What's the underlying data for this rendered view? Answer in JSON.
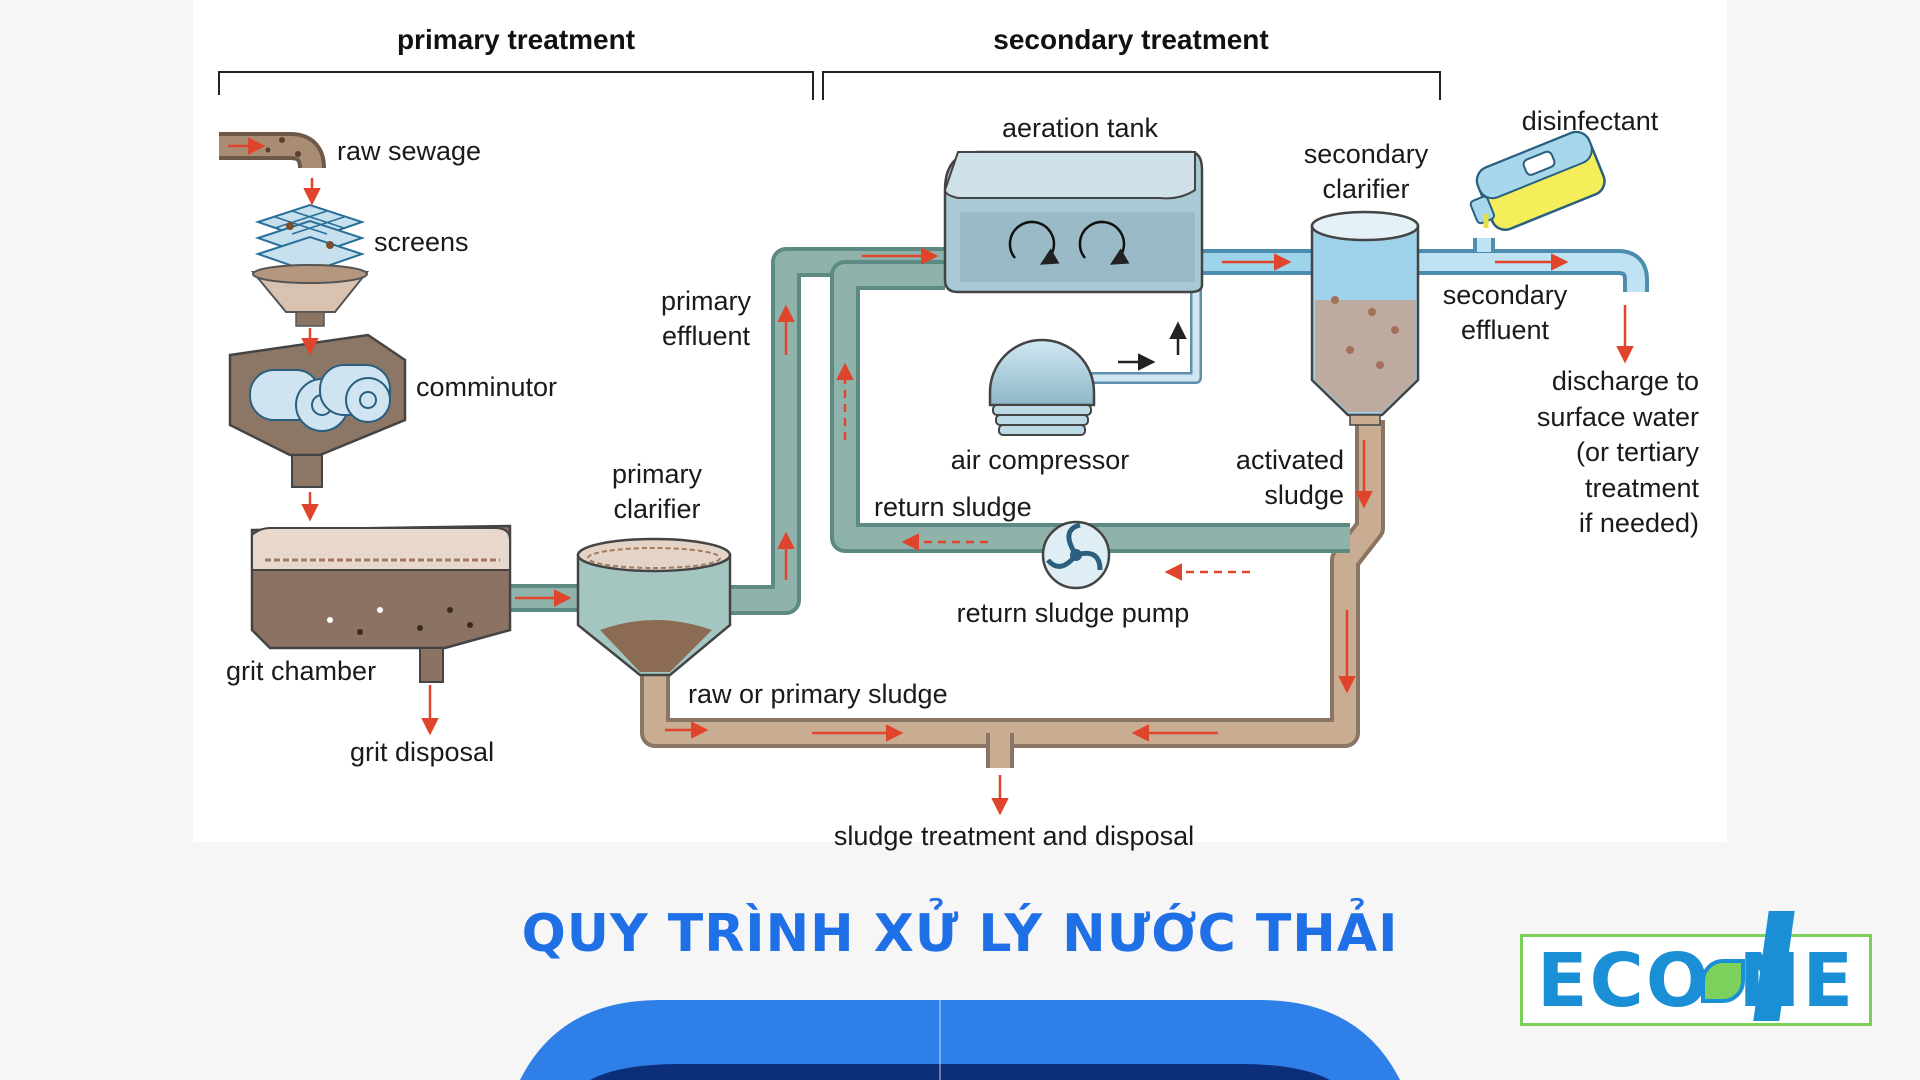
{
  "headers": {
    "primary": "primary treatment",
    "secondary": "secondary treatment"
  },
  "labels": {
    "raw_sewage": "raw sewage",
    "screens": "screens",
    "comminutor": "comminutor",
    "grit_chamber": "grit chamber",
    "grit_disposal": "grit disposal",
    "primary_clarifier_1": "primary",
    "primary_clarifier_2": "clarifier",
    "primary_effluent_1": "primary",
    "primary_effluent_2": "effluent",
    "aeration_tank": "aeration tank",
    "air_compressor": "air compressor",
    "return_sludge": "return sludge",
    "return_sludge_pump": "return sludge pump",
    "raw_primary_sludge": "raw or primary sludge",
    "sludge_treatment": "sludge treatment and disposal",
    "secondary_clarifier_1": "secondary",
    "secondary_clarifier_2": "clarifier",
    "activated_sludge_1": "activated",
    "activated_sludge_2": "sludge",
    "disinfectant": "disinfectant",
    "secondary_effluent_1": "secondary",
    "secondary_effluent_2": "effluent",
    "discharge_1": "discharge to",
    "discharge_2": "surface water",
    "discharge_3": "(or tertiary",
    "discharge_4": "treatment",
    "discharge_5": "if needed)"
  },
  "banner": {
    "title": "QUY TRÌNH XỬ LÝ NƯỚC THẢI"
  },
  "logo": {
    "text": "ECO NE"
  },
  "colors": {
    "pipe_sludge": "#b89a7e",
    "pipe_green": "#7aa39a",
    "water_blue": "#9ed4ea",
    "arrow_red": "#e0442c",
    "brand_blue": "#1f6fe6",
    "logo_green": "#7cd05c"
  }
}
